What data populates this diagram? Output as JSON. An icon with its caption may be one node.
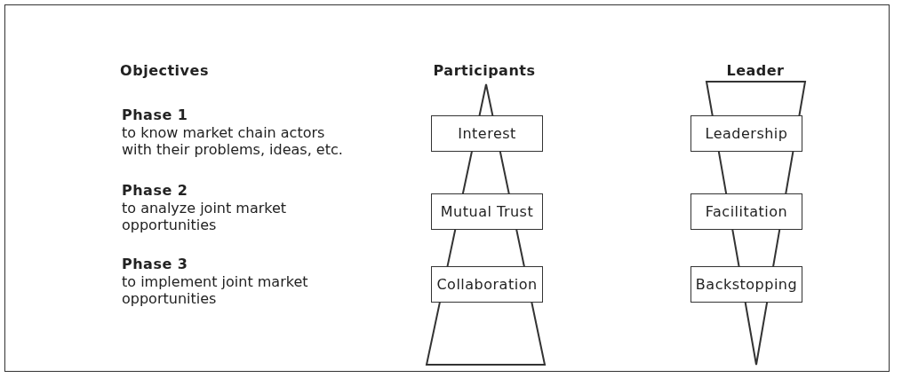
{
  "diagram": {
    "nodes": [
      {
        "text": [
          "Interest"
        ]
      },
      {
        "text": [
          "Mutual Trust"
        ]
      },
      {
        "text": [
          "Collaboration"
        ]
      },
      {
        "text": [
          "Leadership"
        ]
      },
      {
        "text": [
          "Facilitation"
        ]
      },
      {
        "text": [
          "Backstopping"
        ]
      }
    ],
    "labels": [
      "Objectives",
      "Participants",
      "Leader",
      "Phase 1",
      "to know market chain actors with their problems, ideas, etc.",
      "Phase 2",
      "to analyze joint market opportunities",
      "Phase 3",
      "to implement joint market opportunities"
    ]
  }
}
